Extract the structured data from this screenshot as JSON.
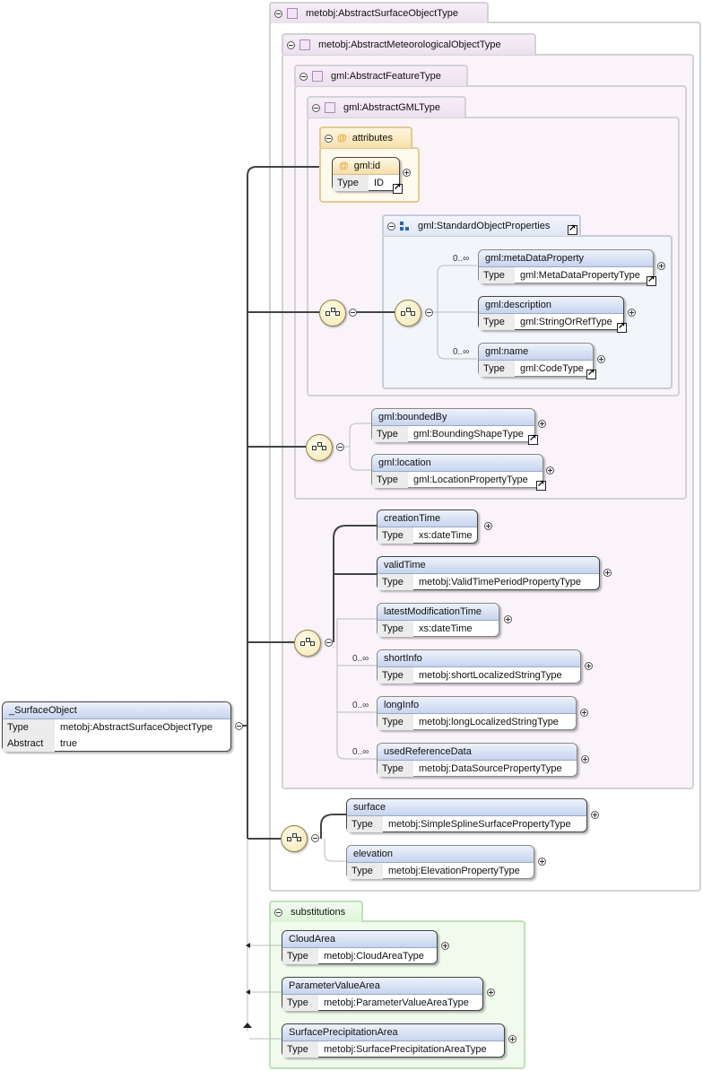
{
  "root": {
    "name": "_SurfaceObject",
    "type_label": "Type",
    "type_value": "metobj:AbstractSurfaceObjectType",
    "abstract_label": "Abstract",
    "abstract_value": "true"
  },
  "types": {
    "t1": "metobj:AbstractSurfaceObjectType",
    "t2": "metobj:AbstractMeteorologicalObjectType",
    "t3": "gml:AbstractFeatureType",
    "t4": "gml:AbstractGMLType",
    "attributes": "attributes",
    "group": "gml:StandardObjectProperties",
    "substitutions": "substitutions"
  },
  "type_label": "Type",
  "attr": {
    "name": "gml:id",
    "type": "ID"
  },
  "elements": {
    "metaDataProperty": {
      "name": "gml:metaDataProperty",
      "type": "gml:MetaDataPropertyType",
      "occ": "0..∞"
    },
    "description": {
      "name": "gml:description",
      "type": "gml:StringOrRefType"
    },
    "name": {
      "name": "gml:name",
      "type": "gml:CodeType",
      "occ": "0..∞"
    },
    "boundedBy": {
      "name": "gml:boundedBy",
      "type": "gml:BoundingShapeType"
    },
    "location": {
      "name": "gml:location",
      "type": "gml:LocationPropertyType"
    },
    "creationTime": {
      "name": "creationTime",
      "type": "xs:dateTime"
    },
    "validTime": {
      "name": "validTime",
      "type": "metobj:ValidTimePeriodPropertyType"
    },
    "latestModificationTime": {
      "name": "latestModificationTime",
      "type": "xs:dateTime"
    },
    "shortInfo": {
      "name": "shortInfo",
      "type": "metobj:shortLocalizedStringType",
      "occ": "0..∞"
    },
    "longInfo": {
      "name": "longInfo",
      "type": "metobj:longLocalizedStringType",
      "occ": "0..∞"
    },
    "usedReferenceData": {
      "name": "usedReferenceData",
      "type": "metobj:DataSourcePropertyType",
      "occ": "0..∞"
    },
    "surface": {
      "name": "surface",
      "type": "metobj:SimpleSplineSurfacePropertyType"
    },
    "elevation": {
      "name": "elevation",
      "type": "metobj:ElevationPropertyType"
    }
  },
  "subs": {
    "cloud": {
      "name": "CloudArea",
      "type": "metobj:CloudAreaType"
    },
    "param": {
      "name": "ParameterValueArea",
      "type": "metobj:ParameterValueAreaType"
    },
    "precip": {
      "name": "SurfacePrecipitationArea",
      "type": "metobj:SurfacePrecipitationAreaType"
    }
  }
}
